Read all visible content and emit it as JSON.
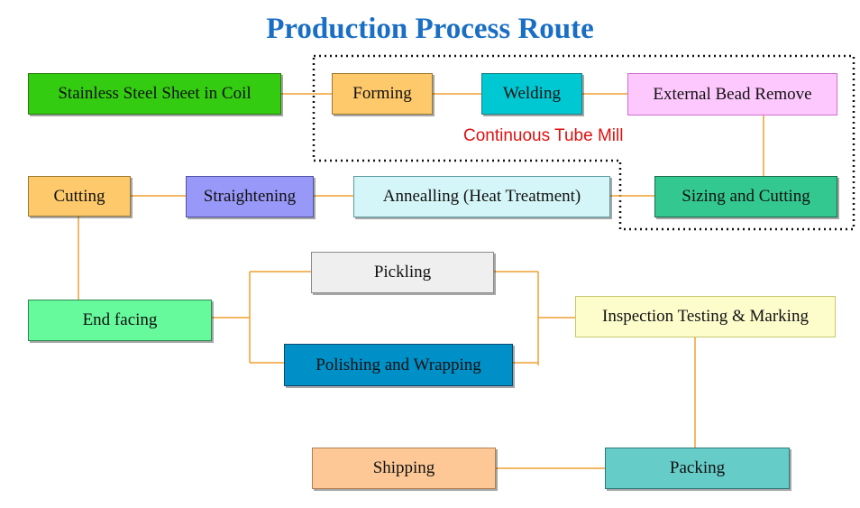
{
  "title": "Production Process Route",
  "group_label": "Continuous Tube Mill",
  "colors": {
    "title": "#1a6fc4",
    "connector": "#f0a030",
    "group_border": "#111111",
    "group_label": "#e01010"
  },
  "steps": {
    "coil": "Stainless Steel Sheet in Coil",
    "forming": "Forming",
    "welding": "Welding",
    "bead_remove": "External Bead Remove",
    "sizing_cutting": "Sizing and Cutting",
    "annealing": "Annealling (Heat Treatment)",
    "straightening": "Straightening",
    "cutting": "Cutting",
    "end_facing": "End facing",
    "pickling": "Pickling",
    "polishing": "Polishing and Wrapping",
    "inspection": "Inspection Testing & Marking",
    "packing": "Packing",
    "shipping": "Shipping"
  }
}
